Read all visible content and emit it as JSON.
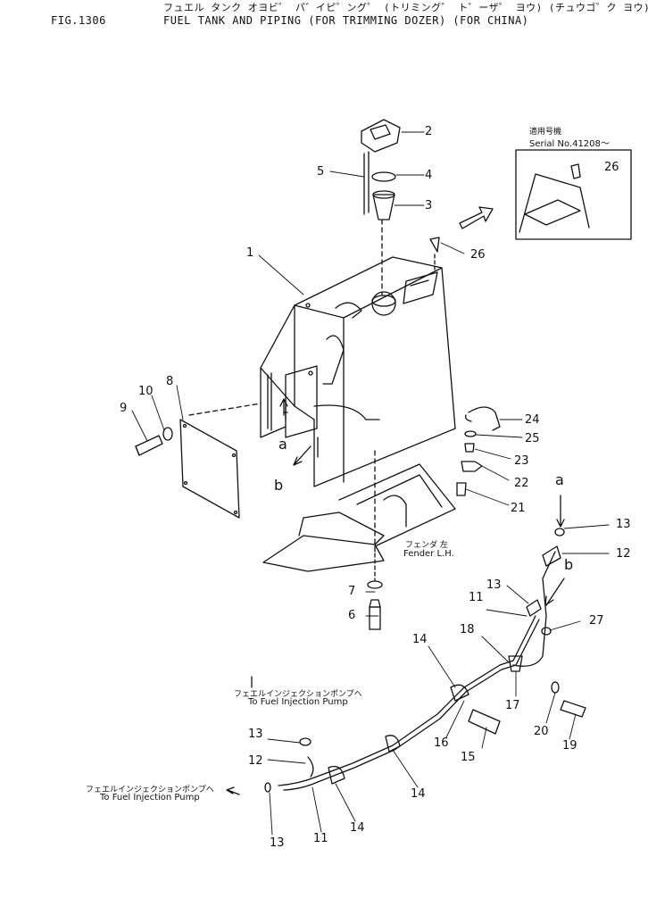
{
  "header": {
    "fig_no": "FIG.1306",
    "title_jp": "フュエル タンク オヨビ゜ パ゛イピ゜ング゜ (トリミング゜ ト゜ーザ゜ ヨウ) (チュウゴ゜ク ヨウ)",
    "title_en": "FUEL TANK AND PIPING (FOR TRIMMING DOZER) (FOR CHINA)"
  },
  "inset": {
    "serial_jp": "適用号機",
    "serial_no": "Serial No.41208～",
    "part": "26"
  },
  "fender": {
    "jp": "フェンダ 左",
    "en": "Fender L.H."
  },
  "pump_note_upper": {
    "jp": "フェエルインジェクションポンプへ",
    "en": "To Fuel Injection Pump"
  },
  "pump_note_lower": {
    "jp": "フェエルインジェクションポンプへ",
    "en": "To Fuel Injection Pump"
  },
  "connection_letters": {
    "a": "a",
    "b": "b"
  },
  "callouts": {
    "p1": "1",
    "p2": "2",
    "p3": "3",
    "p4": "4",
    "p5": "5",
    "p6": "6",
    "p7": "7",
    "p8": "8",
    "p9": "9",
    "p10": "10",
    "p11": "11",
    "p12": "12",
    "p13": "13",
    "p14": "14",
    "p15": "15",
    "p16": "16",
    "p17": "17",
    "p18": "18",
    "p19": "19",
    "p20": "20",
    "p21": "21",
    "p22": "22",
    "p23": "23",
    "p24": "24",
    "p25": "25",
    "p26": "26",
    "p27": "27"
  }
}
